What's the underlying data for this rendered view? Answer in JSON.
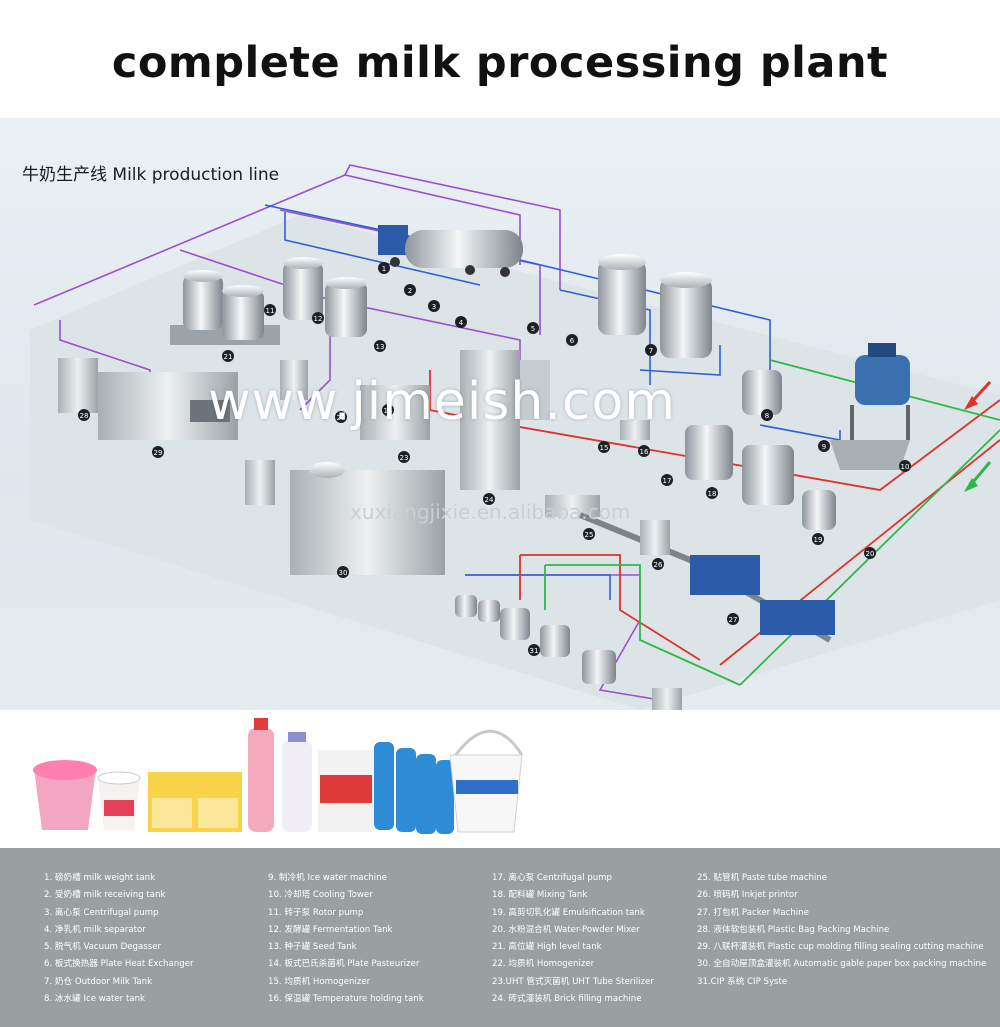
{
  "title": "complete milk processing plant",
  "subtitle": "牛奶生产线 Milk production line",
  "watermark": "www.jimeish.com",
  "watermark_small": "xuxiangjixie.en.alibaba.com",
  "colors": {
    "pipe_purple": "#9b4fd1",
    "pipe_blue": "#2f5fd6",
    "pipe_red": "#e0302a",
    "pipe_green": "#2fb84a",
    "legend_bg": "#9a9fa2"
  },
  "markers": [
    "1",
    "2",
    "3",
    "4",
    "5",
    "6",
    "7",
    "8",
    "9",
    "10",
    "11",
    "12",
    "13",
    "14",
    "15",
    "16",
    "17",
    "18",
    "19",
    "20",
    "21",
    "22",
    "23",
    "24",
    "25",
    "26",
    "27",
    "28",
    "29",
    "30",
    "31"
  ],
  "legend": {
    "col1": [
      "1. 磅奶槽 milk weight tank",
      "2. 受奶槽 milk receiving tank",
      "3. 离心泵 Centrifugal pump",
      "4. 净乳机 milk separator",
      "5. 脱气机 Vacuum Degasser",
      "6. 板式换热器 Plate Heat Exchanger",
      "7. 奶仓 Outdoor Milk Tank",
      "8. 冰水罐 Ice water tank"
    ],
    "col2": [
      "9. 制冷机 Ice water machine",
      "10. 冷却塔 Cooling Tower",
      "11. 转子泵 Rotor pump",
      "12. 发酵罐 Fermentation Tank",
      "13. 种子罐 Seed Tank",
      "14. 板式巴氏杀菌机 Plate Pasteurizer",
      "15. 均质机 Homogenizer",
      "16. 保温罐 Temperature holding tank"
    ],
    "col3": [
      "17. 离心泵 Centrifugal pump",
      "18. 配料罐 Mixing Tank",
      "19. 高剪切乳化罐 Emulsification tank",
      "20. 水粉混合机 Water-Powder Mixer",
      "21. 高位罐 High level tank",
      "22. 均质机 Homogenizer",
      "23.UHT 管式灭菌机 UHT Tube Sterilizer",
      "24. 砖式灌装机 Brick filling machine"
    ],
    "col4": [
      "25. 贴管机 Paste tube machine",
      "26. 喷码机 Inkjet printor",
      "27. 打包机 Packer Machine",
      "28. 液体软包装机 Plastic Bag Packing Machine",
      "29. 八联杯灌装机 Plastic cup molding filling sealing cutting machine",
      "30. 全自动屋顶盒灌装机 Automatic gable paper box packing machine",
      "31.CIP 系统 CIP Syste"
    ]
  }
}
